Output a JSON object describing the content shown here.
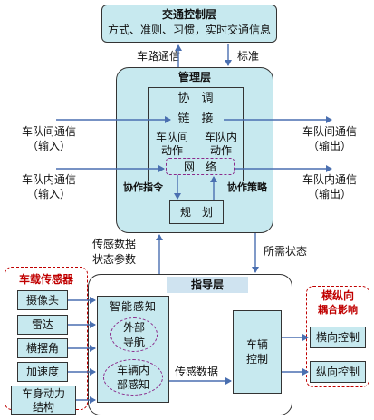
{
  "traffic": {
    "title": "交通控制层",
    "content": "方式、准则、习惯，实时交通信息"
  },
  "v2r_label": "车路通信",
  "standard_label": "标准",
  "mgmt": {
    "title": "管理层",
    "coordinate": "协　调",
    "link": "链　接",
    "inter_action": [
      "车队间",
      "动作"
    ],
    "intra_action": [
      "车队内",
      "动作"
    ],
    "network": "网　络",
    "cmd": "协作指令",
    "strategy": "协作策略",
    "plan": "规　划"
  },
  "left_in": {
    "inter": [
      "车队间通信",
      "（输入）"
    ],
    "intra": [
      "车队内通信",
      "（输入）"
    ]
  },
  "right_out": {
    "inter": [
      "车队间通信",
      "（输出）"
    ],
    "intra": [
      "车队内通信",
      "（输出）"
    ]
  },
  "sensor_data": [
    "传感数据",
    "状态参数"
  ],
  "required_state": "所需状态",
  "onboard": {
    "title": "车载传感器",
    "items": [
      "摄像头",
      "雷达",
      "横摆角",
      "加速度"
    ],
    "dyn": [
      "车身动力",
      "结构"
    ]
  },
  "guide": {
    "title": "指导层",
    "smart": "智能感知",
    "ext_nav": [
      "外部",
      "导航"
    ],
    "int_sense": [
      "车辆内",
      "部感知"
    ],
    "sense_data": "传感数据",
    "vehicle_ctrl": [
      "车辆",
      "控制"
    ]
  },
  "coupling": {
    "title": [
      "横纵向",
      "耦合影响"
    ],
    "lateral": "横向控制",
    "longitudinal": "纵向控制"
  },
  "colors": {
    "fill": "#c7e9ef",
    "arrow": "#4a6fb0",
    "dash": "#8b2a8b",
    "red": "#c00000"
  }
}
